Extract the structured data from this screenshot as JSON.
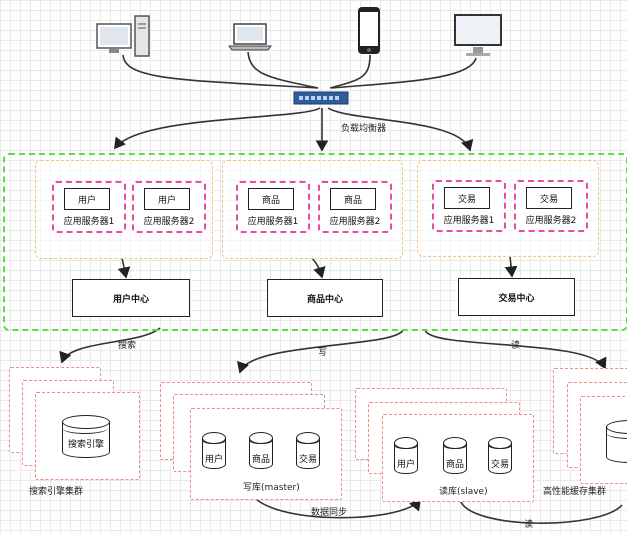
{
  "devices": [
    {
      "name": "desktop-pc-icon"
    },
    {
      "name": "laptop-icon"
    },
    {
      "name": "smartphone-icon"
    },
    {
      "name": "monitor-icon"
    }
  ],
  "load_balancer": {
    "label": "负载均衡器"
  },
  "groups": [
    {
      "services": [
        {
          "inner": "用户",
          "name": "应用服务器1"
        },
        {
          "inner": "用户",
          "name": "应用服务器2"
        }
      ],
      "center": "用户中心"
    },
    {
      "services": [
        {
          "inner": "商品",
          "name": "应用服务器1"
        },
        {
          "inner": "商品",
          "name": "应用服务器2"
        }
      ],
      "center": "商品中心"
    },
    {
      "services": [
        {
          "inner": "交易",
          "name": "应用服务器1"
        },
        {
          "inner": "交易",
          "name": "应用服务器2"
        }
      ],
      "center": "交易中心"
    }
  ],
  "edges": {
    "search": "搜索",
    "write": "写",
    "read": "读",
    "sync": "数据同步",
    "read_bottom": "读"
  },
  "clusters": {
    "search": {
      "engine": "搜索引擎",
      "label": "搜索引擎集群"
    },
    "write": {
      "tables": [
        "用户",
        "商品",
        "交易"
      ],
      "label": "写库(master)"
    },
    "read": {
      "tables": [
        "用户",
        "商品",
        "交易"
      ],
      "label": "读库(slave)"
    },
    "cache": {
      "label": "高性能缓存集群"
    }
  },
  "colors": {
    "outer_border": "#5fdc49",
    "zone_border": "#f4c089",
    "service_border": "#e64da2",
    "cluster_border": "#f28a8a",
    "switch": "#2f5d9a"
  }
}
